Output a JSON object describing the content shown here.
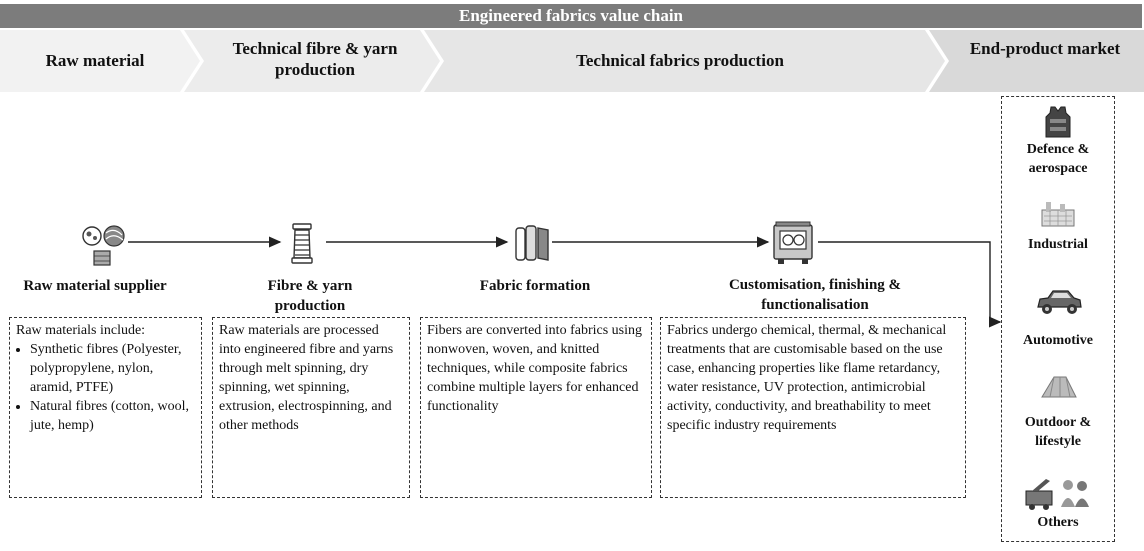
{
  "banner": "Engineered fabrics value chain",
  "stages": {
    "raw": "Raw material",
    "fibre": "Technical fibre & yarn production",
    "fabrics": "Technical fabrics production",
    "market": "End-product market"
  },
  "steps": {
    "supplier": "Raw material supplier",
    "fibre": "Fibre & yarn production",
    "fabric": "Fabric formation",
    "custom": "Customisation, finishing & functionalisation"
  },
  "descriptions": {
    "raw_intro": "Raw materials include:",
    "raw_bullets": [
      "Synthetic fibres (Polyester, polypropylene, nylon, aramid, PTFE)",
      "Natural fibres (cotton, wool, jute, hemp)"
    ],
    "fibre": "Raw materials are processed into engineered fibre and yarns through melt spinning, dry spinning, wet spinning, extrusion, electrospinning, and other methods",
    "fabric": "Fibers are converted into fabrics using nonwoven, woven, and knitted techniques, while composite fabrics combine multiple layers for enhanced functionality",
    "custom": "Fabrics undergo chemical, thermal, & mechanical treatments that are customisable based on the use case, enhancing properties like flame retardancy, water resistance, UV protection, antimicrobial activity, conductivity, and breathability to meet specific industry requirements"
  },
  "markets": [
    "Defence & aerospace",
    "Industrial",
    "Automotive",
    "Outdoor & lifestyle",
    "Others"
  ],
  "icons": [
    "raw-materials-icon",
    "yarn-spool-icon",
    "fabric-rolls-icon",
    "finishing-machine-icon",
    "body-armor-icon",
    "factory-icon",
    "car-icon",
    "tent-icon",
    "crane-people-icon"
  ],
  "colors": {
    "banner": "#7c7c7c",
    "chevron_light": "#efefef",
    "chevron_mid": "#e2e2e2",
    "chevron_dark": "#d6d6d6"
  }
}
